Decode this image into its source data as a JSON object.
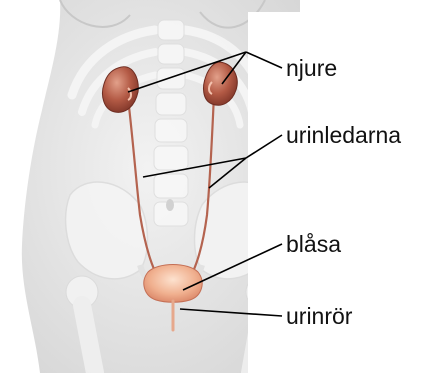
{
  "labels": {
    "kidney": "njure",
    "ureters": "urinledarna",
    "bladder": "blåsa",
    "urethra": "urinrör"
  },
  "colors": {
    "body_fill": "#e6e6e6",
    "skeleton": "#f3f3f3",
    "organ": "#a84b3a",
    "organ_highlight": "#d98b74",
    "bladder": "#f0b79a",
    "leader_line": "#000000"
  }
}
